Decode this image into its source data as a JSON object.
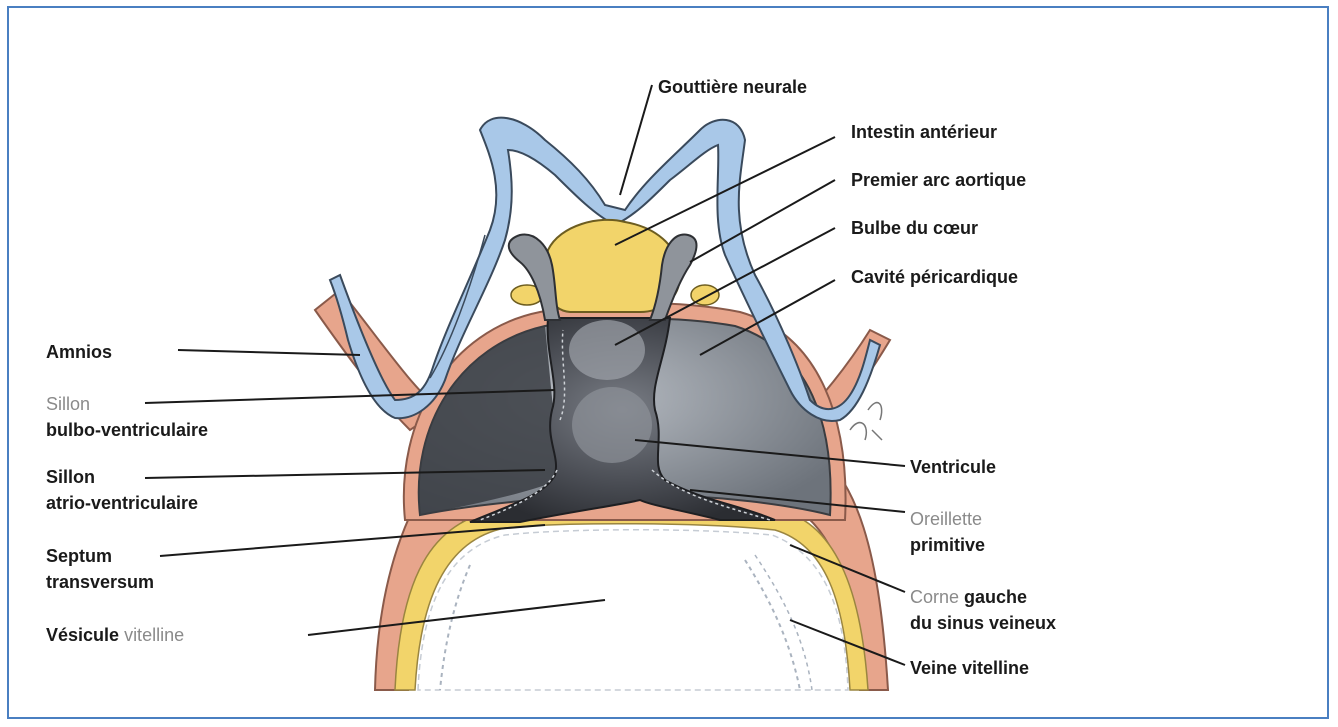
{
  "labels": {
    "gouttiere": "Gouttière neurale",
    "intestin": "Intestin antérieur",
    "arc": "Premier arc aortique",
    "bulbe": "Bulbe du cœur",
    "cavite": "Cavité péricardique",
    "amnios": "Amnios",
    "sillon_bv_1": "Sillon",
    "sillon_bv_2": "bulbo-ventriculaire",
    "sillon_av_1": "Sillon",
    "sillon_av_2": "atrio-ventriculaire",
    "septum_1": "Septum",
    "septum_2": "transversum",
    "vesicule_a": "Vésicule",
    "vesicule_b": "vitelline",
    "ventricule": "Ventricule",
    "oreillette_1": "Oreillette",
    "oreillette_2": "primitive",
    "corne_a": "Corne",
    "corne_b": "gauche",
    "corne_2": "du sinus veineux",
    "veine": "Veine vitelline"
  },
  "colors": {
    "frame_border": "#4a7fc1",
    "ectoderm_blue": "#a9c8e8",
    "endoderm_yellow": "#f2d46a",
    "mesoderm_pink": "#e7a58c",
    "heart_dark": "#3d3f45",
    "cavity_grey": "#8e949c",
    "label_text": "#1a1a1a",
    "label_grey": "#8a8a8a"
  }
}
